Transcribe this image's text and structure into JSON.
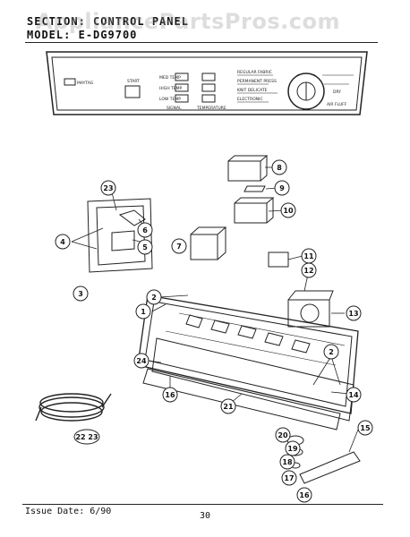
{
  "header": {
    "section_label": "SECTION:",
    "section_value": "CONTROL PANEL",
    "model_label": "MODEL:",
    "model_value": "E-DG9700"
  },
  "watermark": "AppliancePartsPros.com",
  "panel": {
    "brand": "MAYTAG",
    "start_label": "START",
    "temp_labels": [
      "MED TEMP",
      "HIGH TEMP",
      "LOW TEMP"
    ],
    "dial_labels": [
      "REGULAR FABRIC",
      "PERMANENT PRESS",
      "KNIT DELICATE",
      "ELECTRONIC",
      "DRY",
      "AIR FLUFF"
    ],
    "bottom_labels": [
      "SIGNAL",
      "TEMPERATURE"
    ]
  },
  "callouts": [
    "1",
    "2",
    "2",
    "3",
    "4",
    "5",
    "6",
    "7",
    "8",
    "9",
    "10",
    "11",
    "12",
    "13",
    "14",
    "15",
    "16",
    "16",
    "17",
    "18",
    "19",
    "20",
    "21",
    "22 23",
    "23",
    "24"
  ],
  "footer": {
    "issue": "Issue Date: 6/90",
    "page": "30"
  }
}
